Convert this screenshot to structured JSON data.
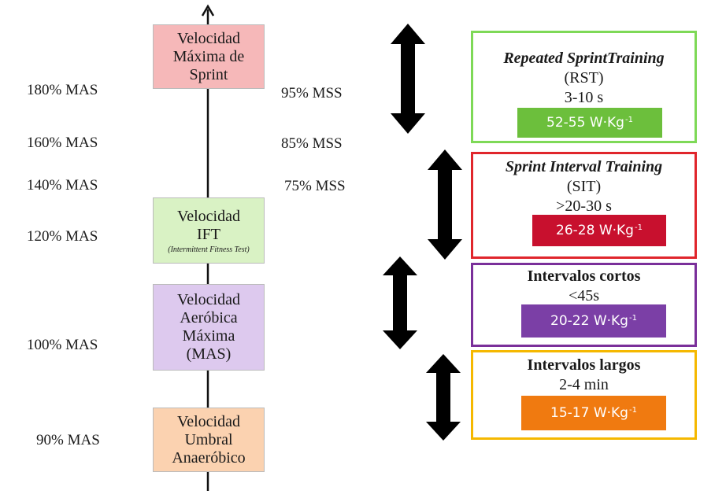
{
  "axis": {
    "left_labels": [
      "180% MAS",
      "160% MAS",
      "140% MAS",
      "120% MAS",
      "100% MAS",
      "90% MAS"
    ],
    "right_labels": [
      "95% MSS",
      "85% MSS",
      "75% MSS"
    ]
  },
  "velocities": [
    {
      "lines": [
        "Velocidad",
        "Máxima de",
        "Sprint"
      ],
      "note": "",
      "fill": "#f6b8b9"
    },
    {
      "lines": [
        "Velocidad",
        "IFT"
      ],
      "note": "(Intermittent Fitness Test)",
      "fill": "#d9f2c4"
    },
    {
      "lines": [
        "Velocidad",
        "Aeróbica",
        "Máxima",
        "(MAS)"
      ],
      "note": "",
      "fill": "#ddc9ee"
    },
    {
      "lines": [
        "Velocidad",
        "Umbral",
        "Anaeróbico"
      ],
      "note": "",
      "fill": "#fbd2b0"
    }
  ],
  "trainings": [
    {
      "title": "Repeated SprintTraining",
      "lines": [
        "(RST)",
        "3-10 s"
      ],
      "power": "52-55 W·Kg",
      "power_sup": "-1",
      "border": "#7ed957",
      "badge": "#6cbf3c"
    },
    {
      "title": "Sprint Interval Training",
      "lines": [
        "(SIT)",
        ">20-30 s"
      ],
      "power": "26-28 W·Kg",
      "power_sup": "-1",
      "border": "#e0262c",
      "badge": "#c8102e"
    },
    {
      "title": "Intervalos cortos",
      "lines": [
        "<45s"
      ],
      "power": "20-22 W·Kg",
      "power_sup": "-1",
      "border": "#7a2f9a",
      "badge": "#7b3fa6"
    },
    {
      "title": "Intervalos largos",
      "lines": [
        "2-4 min"
      ],
      "power": "15-17 W·Kg",
      "power_sup": "-1",
      "border": "#f5b800",
      "badge": "#f07a10"
    }
  ]
}
